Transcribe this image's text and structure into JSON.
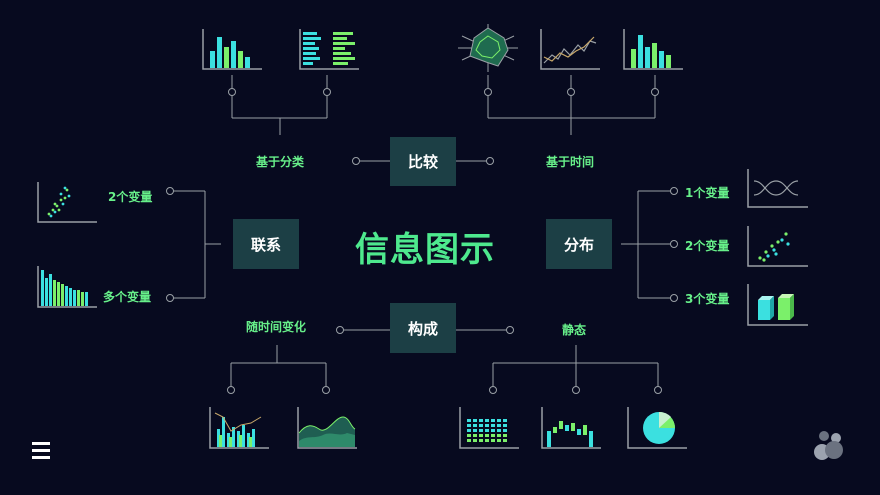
{
  "title": "信息图示",
  "categories": {
    "compare": "比较",
    "relation": "联系",
    "distribution": "分布",
    "composition": "构成"
  },
  "branches": {
    "by_category": "基于分类",
    "by_time": "基于时间",
    "rel_two_vars": "2个变量",
    "rel_multi_vars": "多个变量",
    "dist_one_var": "1个变量",
    "dist_two_vars": "2个变量",
    "dist_three_vars": "3个变量",
    "over_time": "随时间变化",
    "static": "静态"
  },
  "icons": [
    "bar-chart-icon",
    "horizontal-bar-chart-icon",
    "radar-chart-icon",
    "line-chart-icon",
    "column-chart-icon",
    "scatter-plot-icon",
    "histogram-icon",
    "wave-curve-icon",
    "bubble-scatter-icon",
    "3d-bar-icon",
    "stacked-column-icon",
    "area-chart-icon",
    "waterfall-chart-icon",
    "pie-chart-icon",
    "menu-icon",
    "logo-icon"
  ],
  "colors": {
    "background": "#070a1f",
    "accent_green": "#4ee98e",
    "label_green": "#67f08a",
    "box": "#1c3f45",
    "chart_cyan": "#3be0e0",
    "chart_green": "#7bf06a",
    "line": "#9aa0a6"
  }
}
